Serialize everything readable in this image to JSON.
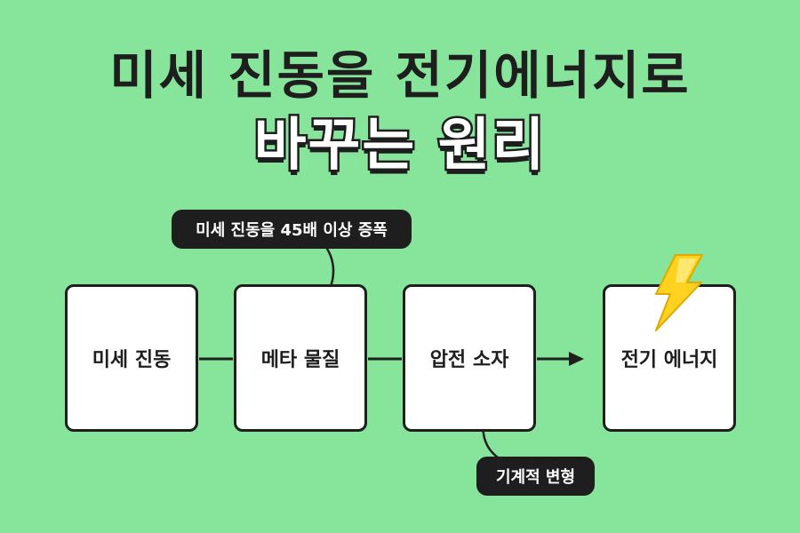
{
  "title": {
    "line1": "미세 진동을 전기에너지로",
    "line2": "바꾸는 원리"
  },
  "flow": {
    "boxes": [
      {
        "label": "미세 진동"
      },
      {
        "label": "메타 물질"
      },
      {
        "label": "압전 소자"
      },
      {
        "label": "전기 에너지"
      }
    ]
  },
  "callouts": {
    "top": "미세 진동을 45배 이상 증폭",
    "bottom": "기계적 변형"
  },
  "icons": {
    "energy": "lightning-bolt-icon"
  },
  "colors": {
    "background": "#86e59b",
    "dark": "#1e1e1e",
    "bolt": "#ffd21f"
  }
}
